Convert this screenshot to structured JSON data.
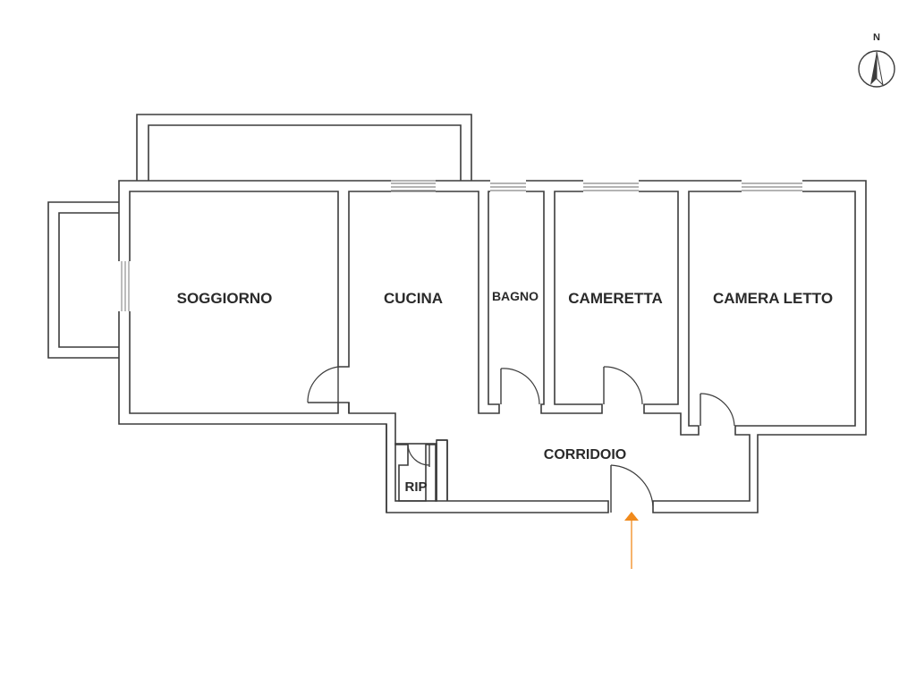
{
  "compass": {
    "label": "N",
    "icon": "north-arrow-icon"
  },
  "rooms": {
    "soggiorno": "SOGGIORNO",
    "cucina": "CUCINA",
    "bagno": "BAGNO",
    "cameretta": "CAMERETTA",
    "camera_letto": "CAMERA LETTO",
    "corridoio": "CORRIDOIO",
    "rip": "RIP"
  },
  "entrance": {
    "icon": "entrance-arrow-icon",
    "color": "#f08a1c"
  },
  "colors": {
    "wall": "#3c3c3c",
    "background": "#ffffff",
    "text": "#2a2a2a"
  }
}
